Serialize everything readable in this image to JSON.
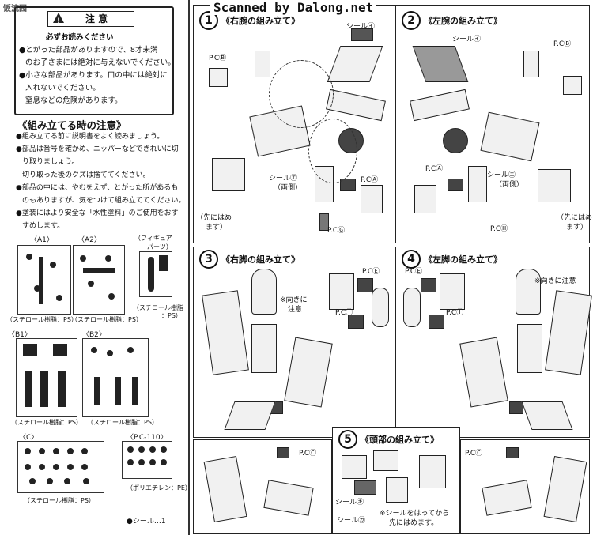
{
  "watermark_left": "饭流园",
  "watermark_top": "Scanned by Dalong.net",
  "warning": {
    "head": "注 意",
    "line0": "必ずお読みください",
    "line1": "●とがった部品がありますので、8才未満",
    "line2": "のお子さまには絶対に与えないでください。",
    "line3": "●小さな部品があります。口の中には絶対に",
    "line4": "入れないでください。",
    "line5": "窒息などの危険があります。"
  },
  "assembly_notes": {
    "title": "《組み立てる時の注意》",
    "lines": [
      "●組み立てる前に説明書をよく読みましょう。",
      "●部品は番号を確かめ、ニッパーなどできれいに切",
      "り取りましょう。",
      "切り取った後のクズは捨ててください。",
      "●部品の中には、やむをえず、とがった所があるも",
      "のもありますが、気をつけて組み立ててください。",
      "●塗装にはより安全な「水性塗料」のご使用をおす",
      "すめします。"
    ]
  },
  "runners": {
    "a1": "〈A1〉",
    "a2": "〈A2〉",
    "figure": "（フィギュア",
    "figure2": "パーツ）",
    "styrol1": "（スチロール樹脂：PS）",
    "styrol2": "（スチロール樹脂：PS）",
    "styrol3": "（スチロール樹脂",
    "styrol3b": "：PS）",
    "b1": "〈B1〉",
    "b2": "〈B2〉",
    "styrol4": "（スチロール樹脂：PS）",
    "styrol5": "（スチロール樹脂：PS）",
    "c": "〈C〉",
    "pc": "〈P.C-110〉",
    "styrol6": "（スチロール樹脂：PS）",
    "poly": "（ポリエチレン：PE）",
    "seal": "●シール…1"
  },
  "steps": {
    "s1": {
      "num": "1",
      "title": "《右腕の組み立て》"
    },
    "s2": {
      "num": "2",
      "title": "《左腕の組み立て》"
    },
    "s3": {
      "num": "3",
      "title": "《右脚の組み立て》"
    },
    "s4": {
      "num": "4",
      "title": "《左脚の組み立て》"
    },
    "s5": {
      "num": "5",
      "title": "《頭部の組み立て》"
    }
  },
  "labels": {
    "seal_i1": "シール㋑",
    "seal_i2": "シール㋑",
    "pcb1": "P.CⒷ",
    "pcb2": "P.CⒷ",
    "pca1": "P.CⒶ",
    "pca2": "P.CⒶ",
    "seal_e1": "シール㋓",
    "both1": "（両側）",
    "seal_e2": "シール㋓",
    "both2": "（両側）",
    "first1": "（先にはめ",
    "first1b": "ます）",
    "first2": "（先にはめ",
    "first2b": "ます）",
    "pcg": "P.CⒼ",
    "pch": "P.CⒽ",
    "pce1": "P.CⒺ",
    "pci1": "P.CⒾ",
    "pce2": "P.CⒺ",
    "pci2": "P.CⒾ",
    "note_dir1": "※向きに",
    "note_dir1b": "注意",
    "note_dir2": "※向きに注意",
    "pcc1": "P.CⒸ",
    "pcc2": "P.CⒸ",
    "seal_ki": "シール㋖",
    "seal_ka": "シール㋕",
    "seal_note": "※シールをはってから",
    "seal_note2": "先にはめます。"
  }
}
